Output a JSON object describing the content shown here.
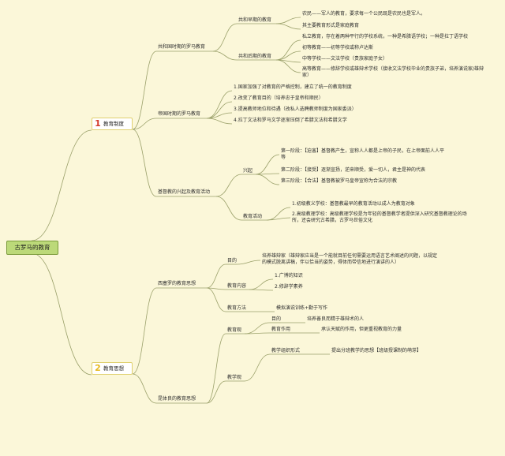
{
  "root": "古罗马的教育",
  "sections": [
    {
      "num": "1",
      "label": "教育制度",
      "republic": {
        "title": "共和国时期的罗马教育",
        "early": {
          "title": "共和早期的教育",
          "items": [
            "农民——军人的教育，要求每一个公民既是农民也是军人。",
            "其主要教育形式是家庭教育"
          ]
        },
        "late": {
          "title": "共和后期的教育",
          "items": [
            "私立教育，存在着两种平行的学校系统，一种是希腊语学校；一种是拉丁语学校",
            "初等教育——初等学校或称卢达斯",
            "中等学校——文法学校（贵族家庭子女）",
            "高等教育——修辞学校或雄辩术学校（接收文法学校毕业的贵族子弟，培养演说家/雄辩家）"
          ]
        }
      },
      "empire": {
        "title": "帝国时期的罗马教育",
        "items": [
          "1.国家加强了对教育的严格控制，建立了统一的教育制度",
          "2.改变了教育目的（培养忠于皇帝和顺民）",
          "3.提高教师地位和待遇（改私人选聘教师制度为国家委派）",
          "4.拉丁文法和罗马文学逐渐压倒了希腊文法和希腊文学"
        ]
      },
      "christian": {
        "title": "基督教的兴起及教育活动",
        "rise": {
          "title": "兴起",
          "items": [
            "第一阶段：【迫害】基督教产生，宣称人人都是上帝的子民，在上帝面前人人平等",
            "第二阶段：【接受】逐渐宣扬，逆来顺受，爱一切人，君主是神的代表",
            "第三阶段：【合法】基督教被罗马皇帝宣称为合法的宗教"
          ]
        },
        "activities": {
          "title": "教育活动",
          "items": [
            "1.初级教义学校：基督教最早的教育活动以成人为教育对象",
            "2.高级教理学校：高级教理学校是为年轻的基督教学者提供深入研究基督教理论的场所，还会研究古希腊，古罗马世俗文化"
          ]
        }
      }
    },
    {
      "num": "2",
      "label": "教育思想",
      "cicero": {
        "title": "西塞罗的教育思想",
        "goal": {
          "title": "目的",
          "text": "培养雄辩家（雄辩家应当是一个能就目前任何需要运用语言艺术阐述的问题，以规定的模式脱离讲稿，伴以恰当的姿势，得体而带信地进行演讲的人）"
        },
        "content": {
          "title": "教育内容",
          "items": [
            "1.广博的知识",
            "2.修辞学素养"
          ]
        },
        "method": {
          "title": "教育方法",
          "text": "模拟演说训练+勤于写作"
        }
      },
      "quintilian": {
        "title": "昆体良的教育思想",
        "view": {
          "title": "教育观",
          "items": [
            {
              "k": "目的",
              "v": "培养善良而精于雄辩术的人"
            },
            {
              "k": "教育作用",
              "v": "承认天赋的作用，但更重视教育的力量"
            }
          ]
        },
        "teaching": {
          "title": "教学观",
          "items": [
            {
              "k": "教学组织形式",
              "v": "提出分班教学的思想【班级授课制的萌芽】"
            }
          ]
        }
      }
    }
  ],
  "colors": {
    "background": "#fbf7d9",
    "root_fill": "#bcd979",
    "line": "#9aa06a",
    "number": "#d43a2a",
    "number2": "#e6b81e",
    "text": "#2f2f2f"
  }
}
